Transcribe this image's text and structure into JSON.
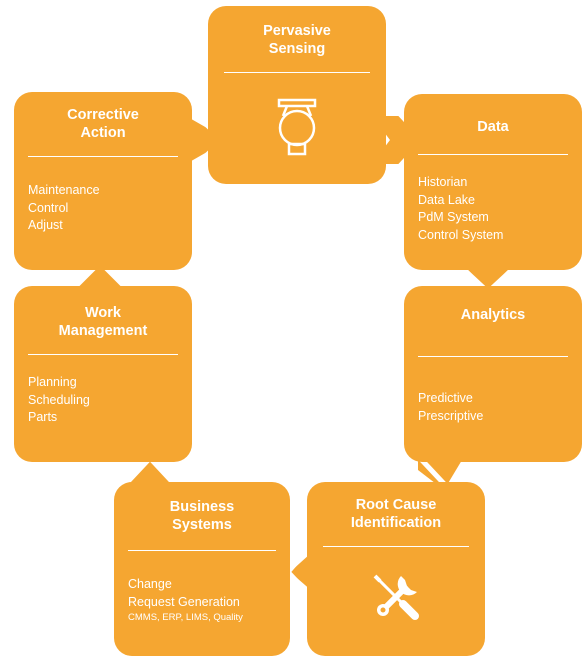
{
  "diagram": {
    "colors": {
      "box": "#F5A631",
      "text": "#FFFFFF",
      "connector": "#F5A631"
    },
    "nodes": {
      "pervasive_sensing": {
        "title": [
          "Pervasive",
          "Sensing"
        ],
        "icon": "sensor-icon"
      },
      "data": {
        "title": [
          "Data"
        ],
        "items": [
          "Historian",
          "Data Lake",
          "PdM System",
          "Control System"
        ]
      },
      "analytics": {
        "title": [
          "Analytics"
        ],
        "items": [
          "Predictive",
          "Prescriptive"
        ]
      },
      "root_cause": {
        "title": [
          "Root Cause",
          "Identification"
        ],
        "icon": "wrench-screwdriver-icon"
      },
      "business_systems": {
        "title": [
          "Business",
          "Systems"
        ],
        "items": [
          "Change",
          "Request Generation"
        ],
        "small": "CMMS, ERP, LIMS, Quality"
      },
      "work_management": {
        "title": [
          "Work",
          "Management"
        ],
        "items": [
          "Planning",
          "Scheduling",
          "Parts"
        ]
      },
      "corrective_action": {
        "title": [
          "Corrective",
          "Action"
        ],
        "items": [
          "Maintenance",
          "Control",
          "Adjust"
        ]
      }
    },
    "flow": [
      "pervasive_sensing",
      "data",
      "analytics",
      "root_cause",
      "business_systems",
      "work_management",
      "corrective_action",
      "pervasive_sensing"
    ]
  }
}
